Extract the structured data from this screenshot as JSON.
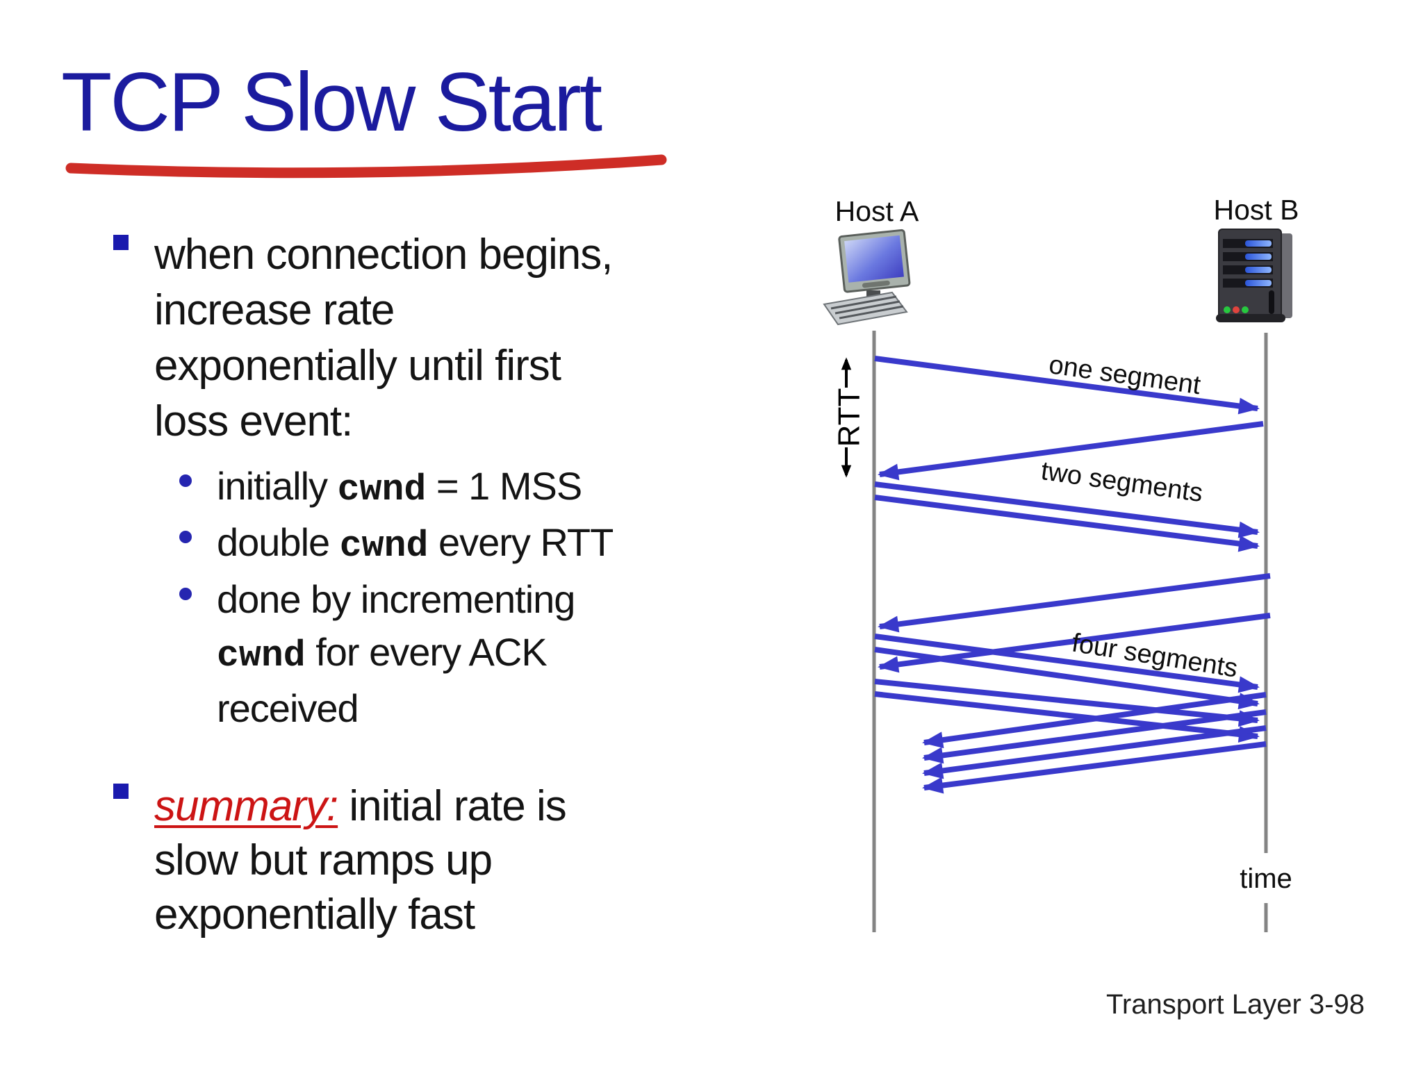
{
  "slide": {
    "title": "TCP Slow Start",
    "footer": "Transport Layer 3-98"
  },
  "bullets": {
    "b1": "when connection begins,\nincrease rate\nexponentially until first\nloss event:",
    "sub1": {
      "pre": "initially ",
      "code": "cwnd",
      "post": " = 1 MSS"
    },
    "sub2": {
      "pre": "double ",
      "code": "cwnd",
      "post": " every RTT"
    },
    "sub3": {
      "pre": "done by incrementing\n",
      "code": "cwnd",
      "post": " for every ACK\nreceived"
    },
    "summary": {
      "keyword": "summary:",
      "rest": " initial rate is\nslow but ramps up\nexponentially fast"
    }
  },
  "diagram": {
    "host_a": "Host A",
    "host_b": "Host B",
    "label_one": "one segment",
    "label_two": "two segments",
    "label_four": "four segments",
    "label_rtt": "RTT",
    "label_time": "time",
    "colors": {
      "arrow_blue": "#3939cb",
      "timeline_gray": "#848484",
      "title_blue": "#1b1b9e",
      "accent_red": "#ce2d26",
      "summary_red": "#cc1414",
      "bullet_blue": "#1a1aae"
    }
  }
}
